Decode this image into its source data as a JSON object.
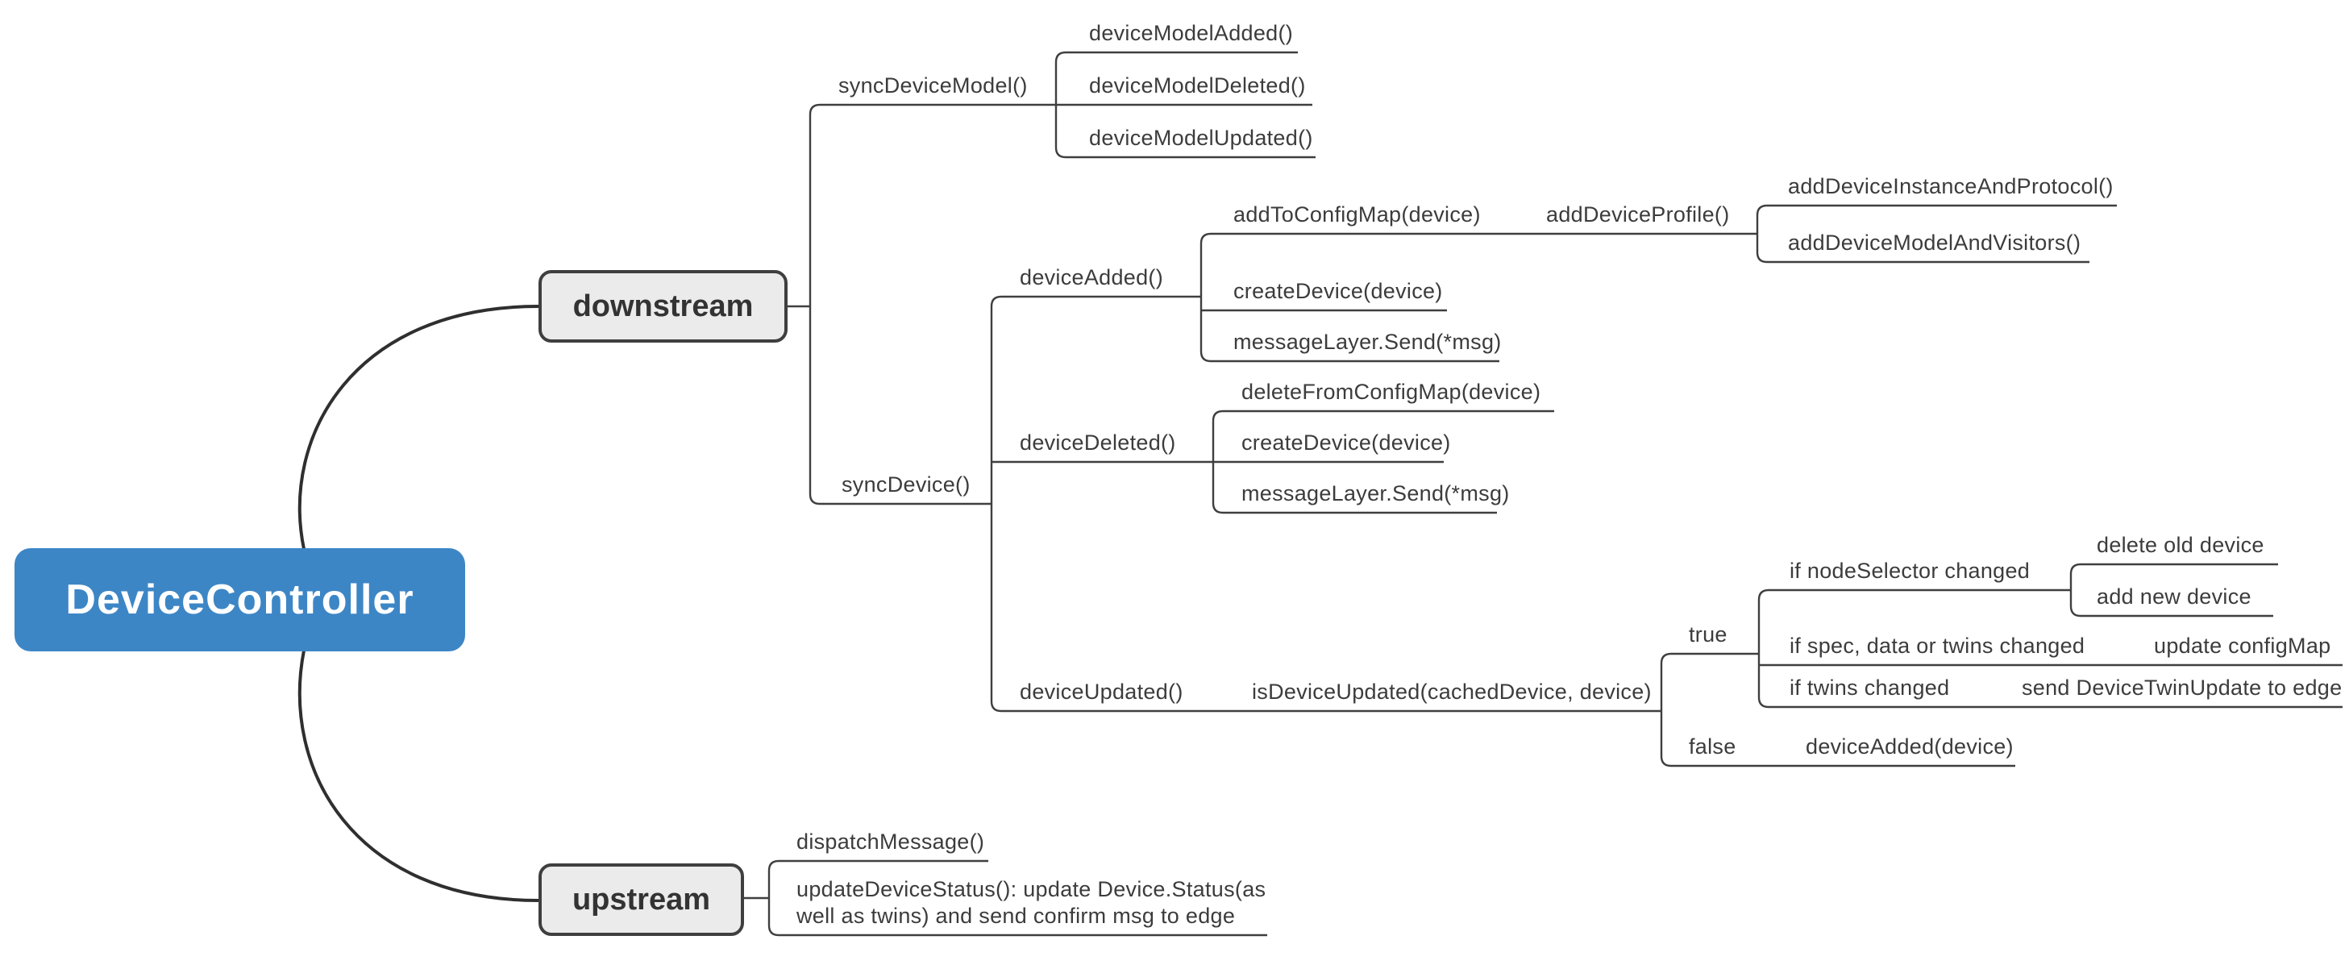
{
  "colors": {
    "root_fill": "#3D86C6",
    "root_text": "#FFFFFF",
    "branch_fill": "#EBEBEB",
    "line": "#3F3F3F",
    "text": "#3C3C3C"
  },
  "topics": {
    "root": "DeviceController",
    "downstream": "downstream",
    "upstream": "upstream",
    "syncDeviceModel": "syncDeviceModel()",
    "deviceModelAdded": "deviceModelAdded()",
    "deviceModelDeleted": "deviceModelDeleted()",
    "deviceModelUpdated": "deviceModelUpdated()",
    "syncDevice": "syncDevice()",
    "deviceAdded": "deviceAdded()",
    "addToConfigMap": "addToConfigMap(device)",
    "addDeviceProfile": "addDeviceProfile()",
    "addDeviceInstanceAndProtocol": "addDeviceInstanceAndProtocol()",
    "addDeviceModelAndVisitors": "addDeviceModelAndVisitors()",
    "createDevice_add": "createDevice(device)",
    "messageLayerSend_add": "messageLayer.Send(*msg)",
    "deviceDeleted": "deviceDeleted()",
    "deleteFromConfigMap": "deleteFromConfigMap(device)",
    "createDevice_del": "createDevice(device)",
    "messageLayerSend_del": "messageLayer.Send(*msg)",
    "deviceUpdated": "deviceUpdated()",
    "isDeviceUpdated": "isDeviceUpdated(cachedDevice, device)",
    "cond_true": "true",
    "ifNodeSelectorChanged": "if nodeSelector changed",
    "deleteOldDevice": "delete old device",
    "addNewDevice": "add new device",
    "ifSpecDataOrTwinsChanged": "if spec, data or twins changed",
    "updateConfigMap": "update configMap",
    "ifTwinsChanged": "if twins changed",
    "sendDeviceTwinUpdateToEdge": "send DeviceTwinUpdate to edge",
    "cond_false": "false",
    "deviceAddedDevice": "deviceAdded(device)",
    "dispatchMessage": "dispatchMessage()",
    "updateDeviceStatus": "updateDeviceStatus(): update Device.Status(as\nwell as twins) and send confirm msg to edge"
  },
  "structure": {
    "root": [
      "downstream",
      "upstream"
    ],
    "downstream": [
      "syncDeviceModel",
      "syncDevice"
    ],
    "syncDeviceModel": [
      "deviceModelAdded",
      "deviceModelDeleted",
      "deviceModelUpdated"
    ],
    "syncDevice": [
      "deviceAdded",
      "deviceDeleted",
      "deviceUpdated"
    ],
    "deviceAdded": [
      "addToConfigMap",
      "createDevice_add",
      "messageLayerSend_add"
    ],
    "addToConfigMap": [
      "addDeviceProfile"
    ],
    "addDeviceProfile": [
      "addDeviceInstanceAndProtocol",
      "addDeviceModelAndVisitors"
    ],
    "deviceDeleted": [
      "deleteFromConfigMap",
      "createDevice_del",
      "messageLayerSend_del"
    ],
    "deviceUpdated": [
      "isDeviceUpdated"
    ],
    "isDeviceUpdated": [
      "cond_true",
      "cond_false"
    ],
    "cond_true": [
      "ifNodeSelectorChanged",
      "ifSpecDataOrTwinsChanged",
      "ifTwinsChanged"
    ],
    "ifNodeSelectorChanged": [
      "deleteOldDevice",
      "addNewDevice"
    ],
    "ifSpecDataOrTwinsChanged": [
      "updateConfigMap"
    ],
    "ifTwinsChanged": [
      "sendDeviceTwinUpdateToEdge"
    ],
    "cond_false": [
      "deviceAddedDevice"
    ],
    "upstream": [
      "dispatchMessage",
      "updateDeviceStatus"
    ]
  }
}
